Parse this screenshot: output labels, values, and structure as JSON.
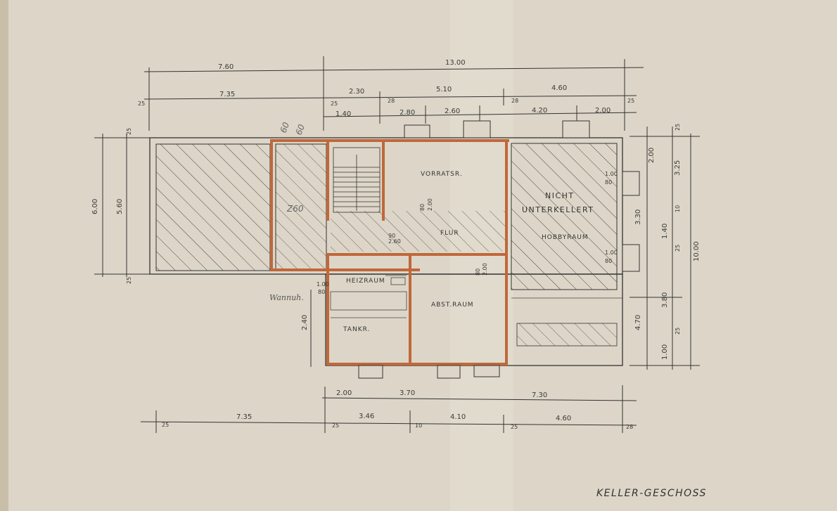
{
  "title": "KELLER-GESCHOSS",
  "handwritten_note": "Wannuh.",
  "pencil_marks": [
    "60",
    "60",
    "Z60"
  ],
  "rooms": {
    "storage": "VORRATSR.",
    "not_basement_1": "NICHT",
    "not_basement_2": "UNTERKELLERT",
    "hobby": "HOBBYRAUM",
    "hallway": "FLUR",
    "boiler": "HEIZRAUM",
    "tank": "TANKR.",
    "utility": "ABST.RAUM"
  },
  "dimensions": {
    "top_row1": [
      "7.60",
      "13.00"
    ],
    "top_row2": [
      "25",
      "7.35",
      "25",
      "2.30",
      "28",
      "5.10",
      "28",
      "4.60",
      "25"
    ],
    "top_row3": [
      "1.40",
      "2.80",
      "2.60",
      "4.20",
      "2.00"
    ],
    "left": [
      "6.00",
      "5.60",
      "25",
      "25"
    ],
    "right_outer": "10.00",
    "right_mid": [
      "3.25",
      "3.30",
      "4.70"
    ],
    "right_inner": [
      "25",
      "2.00",
      "10",
      "1.40",
      "25",
      "3.80",
      "25",
      "1.00"
    ],
    "bottom_row1": [
      "2.00",
      "3.70",
      "7.30"
    ],
    "bottom_row2": [
      "25",
      "7.35",
      "25",
      "3.46",
      "10",
      "4.10",
      "25",
      "4.60",
      "28"
    ],
    "inner": [
      "2.40",
      "1.00",
      "80",
      "90",
      "2.60",
      "80",
      "2.00",
      "80",
      "2.00",
      "1.00",
      "80",
      "1.00",
      "80"
    ]
  }
}
